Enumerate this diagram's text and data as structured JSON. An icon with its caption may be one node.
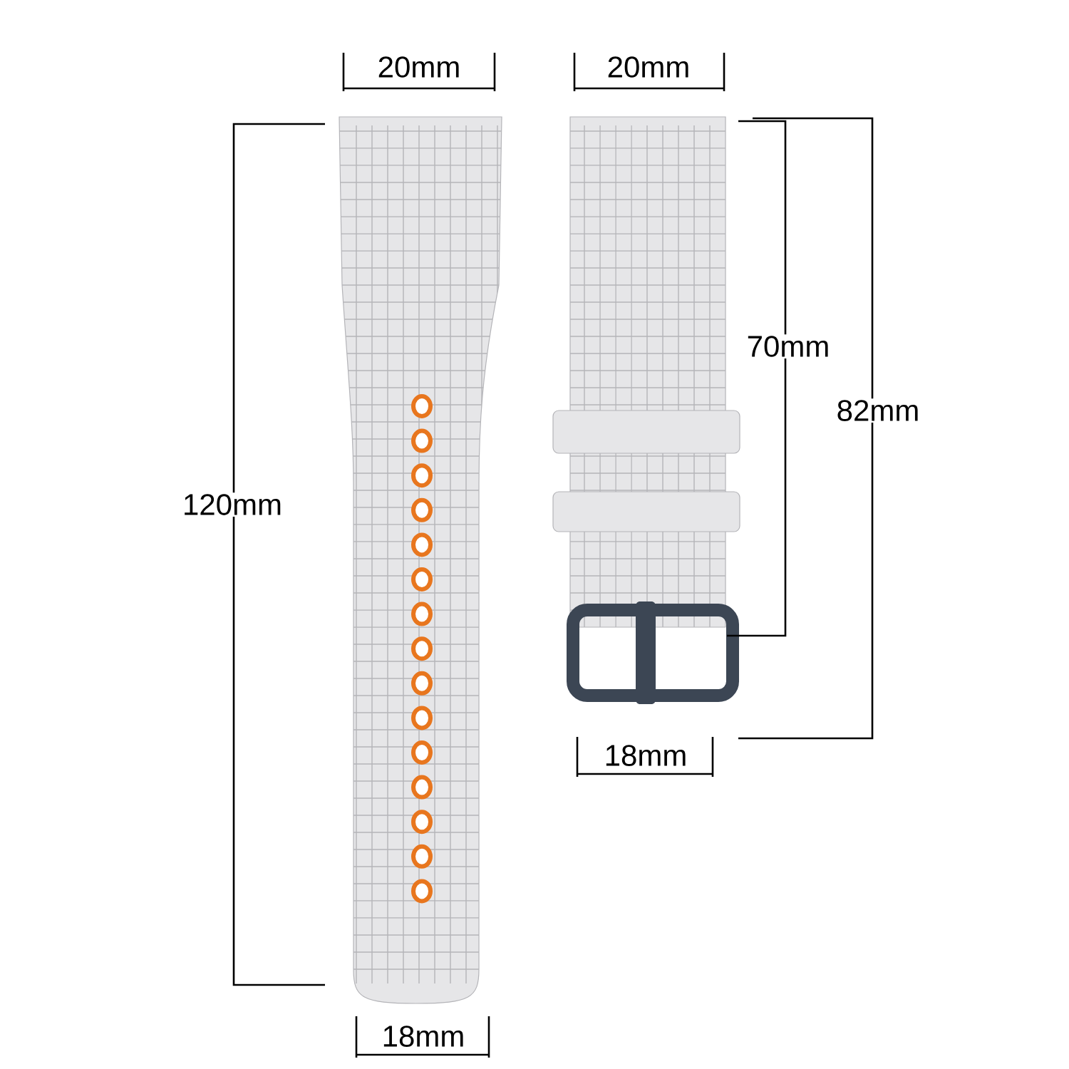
{
  "diagram": {
    "labels": [
      "20mm",
      "20mm",
      "70mm",
      "82mm",
      "120mm",
      "18mm",
      "18mm"
    ]
  }
}
